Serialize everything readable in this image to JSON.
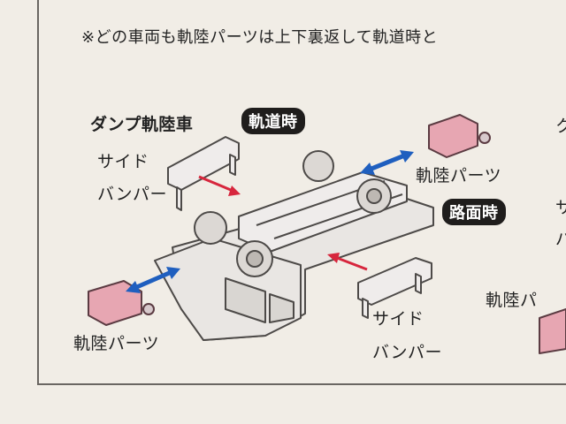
{
  "note": "※どの車両も軌陸パーツは上下裏返して軌道時と",
  "section_title": "ダンプ軌陸車",
  "badge_rail": "軌道時",
  "badge_road": "路面時",
  "labels": {
    "side_bumper_1a": "サイド",
    "side_bumper_1b": "バンパー",
    "rail_part_1": "軌陸パーツ",
    "rail_part_2": "軌陸パーツ",
    "side_bumper_2a": "サイド",
    "side_bumper_2b": "バンパー",
    "rail_part_3": "軌陸パ"
  },
  "cut_text": {
    "c1": "ク",
    "c2": "サ",
    "c3": "バ"
  },
  "colors": {
    "arrow_red": "#d7263d",
    "arrow_blue": "#1f5fbf",
    "part_pink": "#e7a6b2"
  }
}
